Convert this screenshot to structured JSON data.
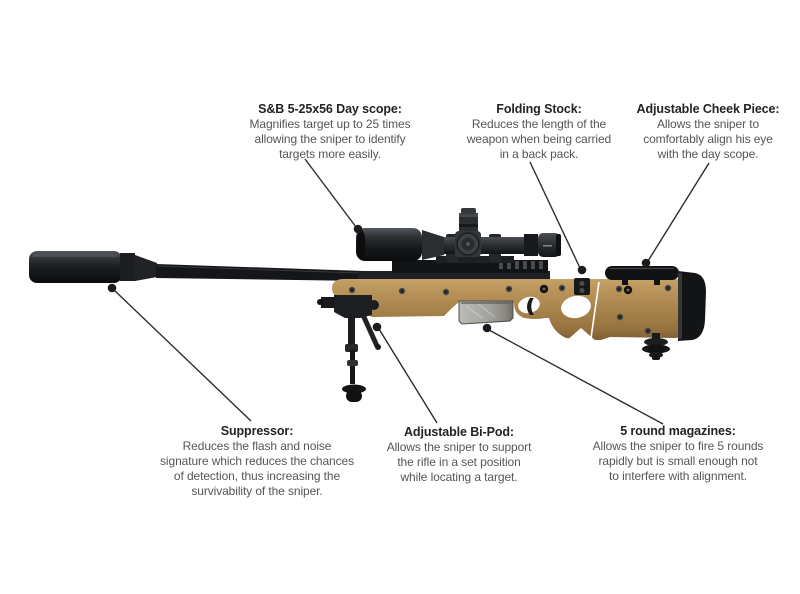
{
  "figure": {
    "alt": "Sniper rifle, right side profile, shown with suppressor, day scope, folding stock hinge, adjustable cheek piece, magazine, bipod and rear monopod"
  },
  "colors": {
    "background": "#ffffff",
    "stock_tan": "#b08b53",
    "metal_dark": "#17191b",
    "magazine_silver": "#a3a29d",
    "leader_line": "#2d2d2d",
    "title_text": "#232323",
    "body_text": "#55565a"
  },
  "annotations": [
    {
      "id": "day-scope",
      "title": "S&B 5-25x56 Day scope:",
      "lines": [
        "Magnifies target up to 25 times",
        "allowing the sniper to identify",
        "targets more easily."
      ]
    },
    {
      "id": "folding-stock",
      "title": "Folding Stock:",
      "lines": [
        "Reduces the length of the",
        "weapon when being carried",
        "in a back pack."
      ]
    },
    {
      "id": "cheek-piece",
      "title": "Adjustable Cheek Piece:",
      "lines": [
        "Allows the sniper to",
        "comfortably align his eye",
        "with the day scope."
      ]
    },
    {
      "id": "suppressor",
      "title": "Suppressor:",
      "lines": [
        "Reduces the flash and noise",
        "signature which reduces the chances",
        "of detection, thus increasing the",
        "survivability of the sniper."
      ]
    },
    {
      "id": "bipod",
      "title": "Adjustable Bi-Pod:",
      "lines": [
        "Allows the sniper to support",
        "the rifle in a set position",
        "while locating a target."
      ]
    },
    {
      "id": "magazines",
      "title": "5 round magazines:",
      "lines": [
        "Allows the sniper to fire 5 rounds",
        "rapidly but is small enough not",
        "to interfere with alignment."
      ]
    }
  ]
}
